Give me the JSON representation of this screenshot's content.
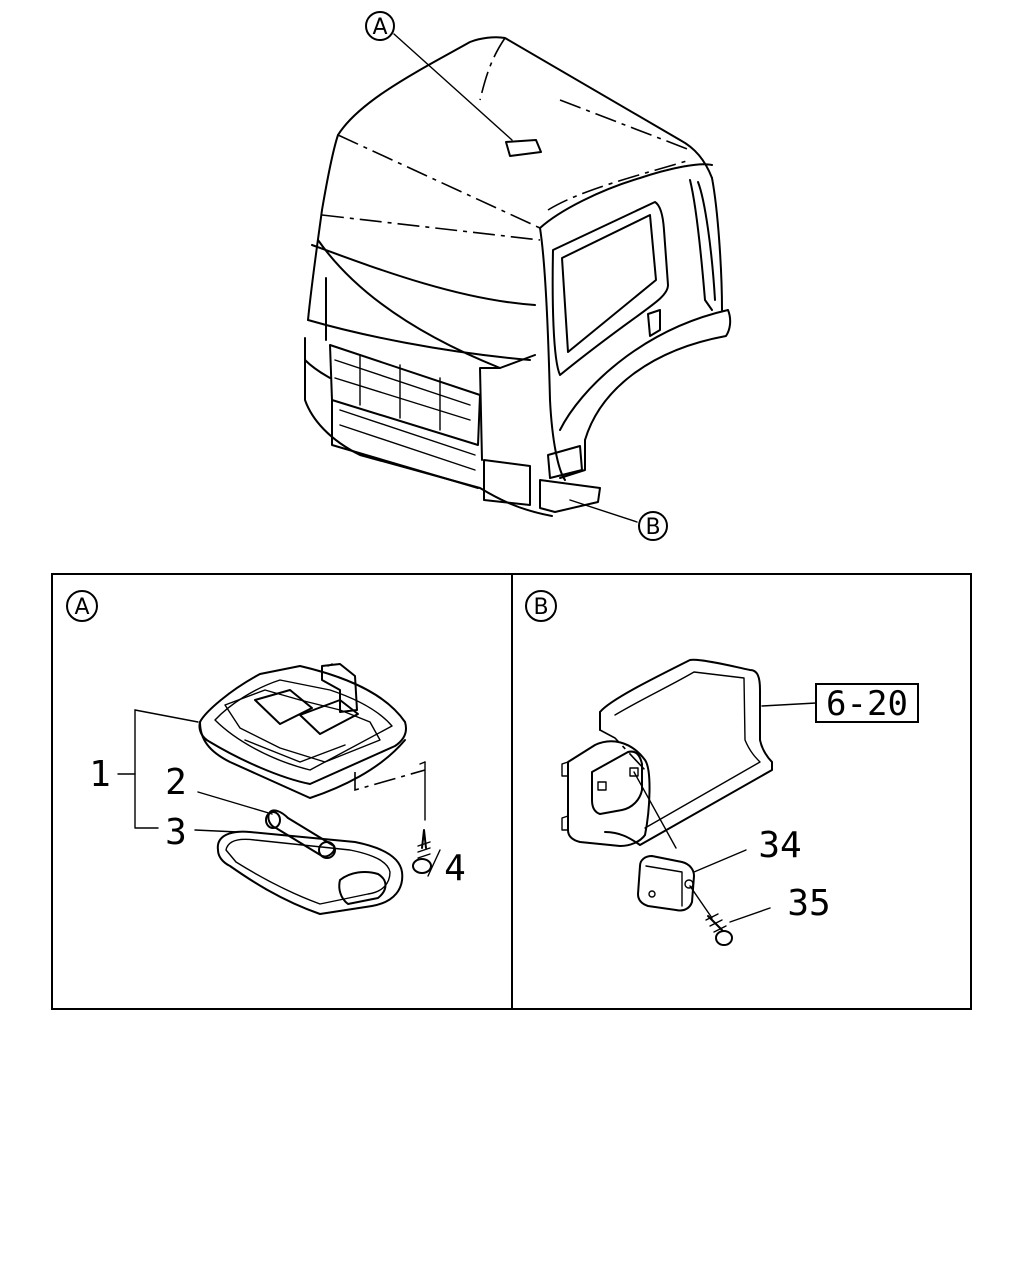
{
  "callouts": {
    "A": "A",
    "B": "B"
  },
  "panel_a": {
    "title": "A",
    "labels": {
      "p1": "1",
      "p2": "2",
      "p3": "3",
      "p4": "4"
    }
  },
  "panel_b": {
    "title": "B",
    "ref_box": "6-20",
    "labels": {
      "p34": "34",
      "p35": "35"
    }
  }
}
